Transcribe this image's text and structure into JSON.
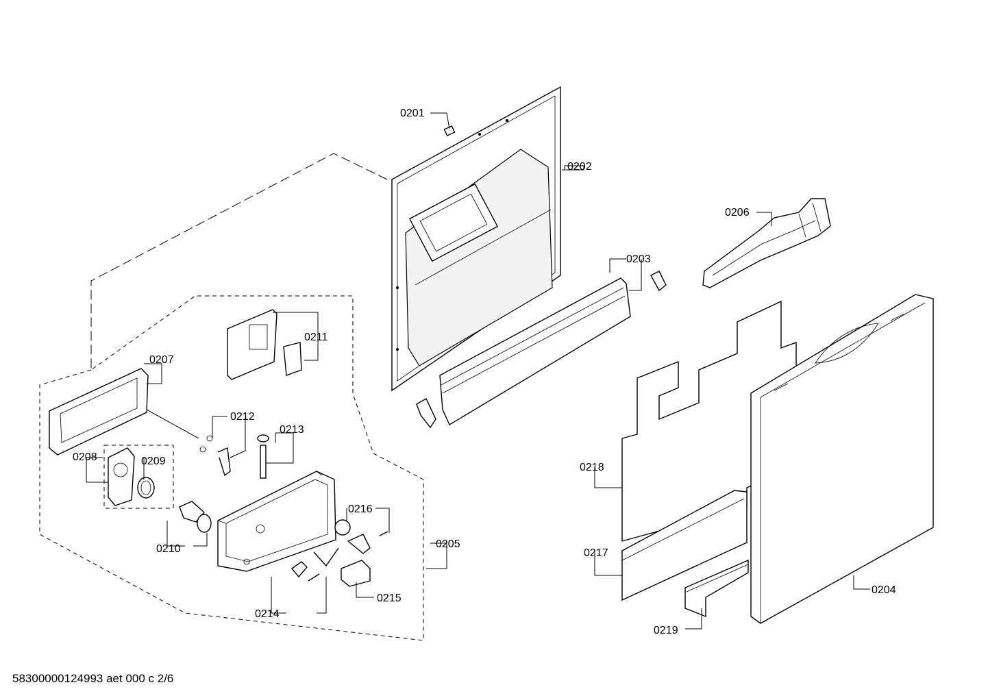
{
  "footer": {
    "doc_id": "58300000124993 aet 000 c 2/6"
  },
  "labels": {
    "p0201": "0201",
    "p0202": "0202",
    "p0203": "0203",
    "p0204": "0204",
    "p0205": "0205",
    "p0206": "0206",
    "p0207": "0207",
    "p0208": "0208",
    "p0209": "0209",
    "p0210": "0210",
    "p0211": "0211",
    "p0212": "0212",
    "p0213": "0213",
    "p0214": "0214",
    "p0215": "0215",
    "p0216": "0216",
    "p0217": "0217",
    "p0218": "0218",
    "p0219": "0219"
  }
}
